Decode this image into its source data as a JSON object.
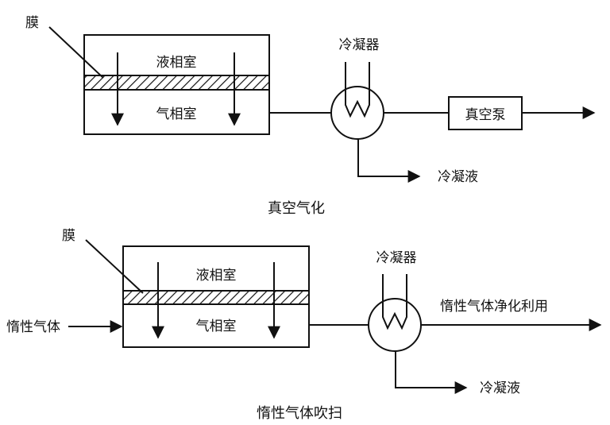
{
  "top": {
    "membrane_label": "膜",
    "liquid_chamber": "液相室",
    "gas_chamber": "气相室",
    "condenser": "冷凝器",
    "vacuum_pump": "真空泵",
    "condensate": "冷凝液",
    "caption": "真空气化"
  },
  "bottom": {
    "membrane_label": "膜",
    "liquid_chamber": "液相室",
    "gas_chamber": "气相室",
    "condenser": "冷凝器",
    "inert_gas_in": "惰性气体",
    "gas_recycle": "惰性气体净化利用",
    "condensate": "冷凝液",
    "caption": "惰性气体吹扫"
  },
  "colors": {
    "ink": "#111111",
    "background": "#ffffff"
  }
}
